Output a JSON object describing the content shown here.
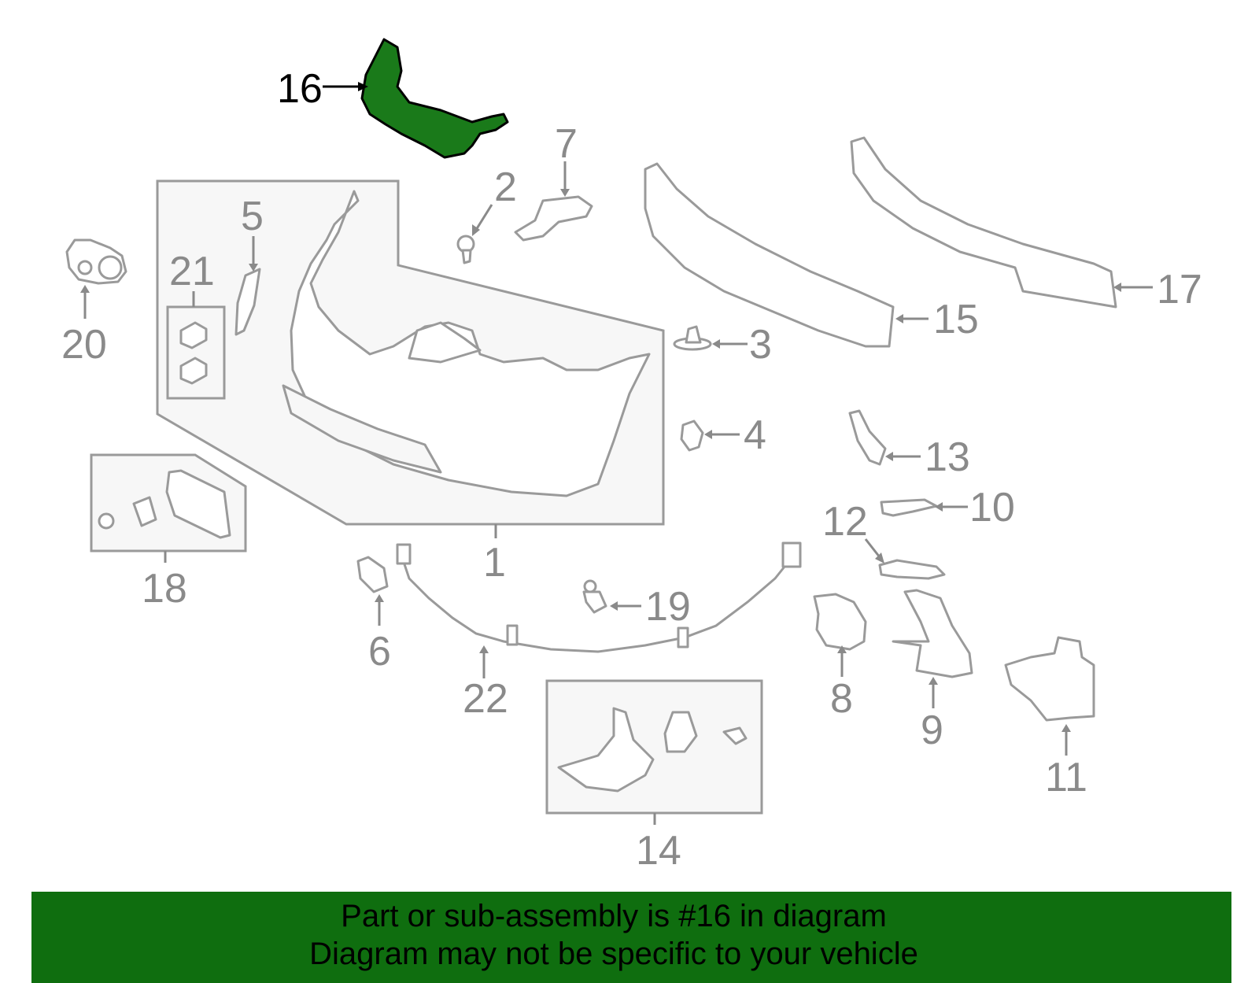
{
  "diagram": {
    "highlighted_part": "16",
    "callouts": {
      "c1": "1",
      "c2": "2",
      "c3": "3",
      "c4": "4",
      "c5": "5",
      "c6": "6",
      "c7": "7",
      "c8": "8",
      "c9": "9",
      "c10": "10",
      "c11": "11",
      "c12": "12",
      "c13": "13",
      "c14": "14",
      "c15": "15",
      "c16": "16",
      "c17": "17",
      "c18": "18",
      "c19": "19",
      "c20": "20",
      "c21": "21",
      "c22": "22"
    },
    "colors": {
      "highlight": "#1a7a1a",
      "banner": "#0f6e0f",
      "part_stroke": "#9a9a9a"
    }
  },
  "banner": {
    "line1": "Part or sub-assembly is #16 in diagram",
    "line2": "Diagram may not be specific to your vehicle"
  }
}
